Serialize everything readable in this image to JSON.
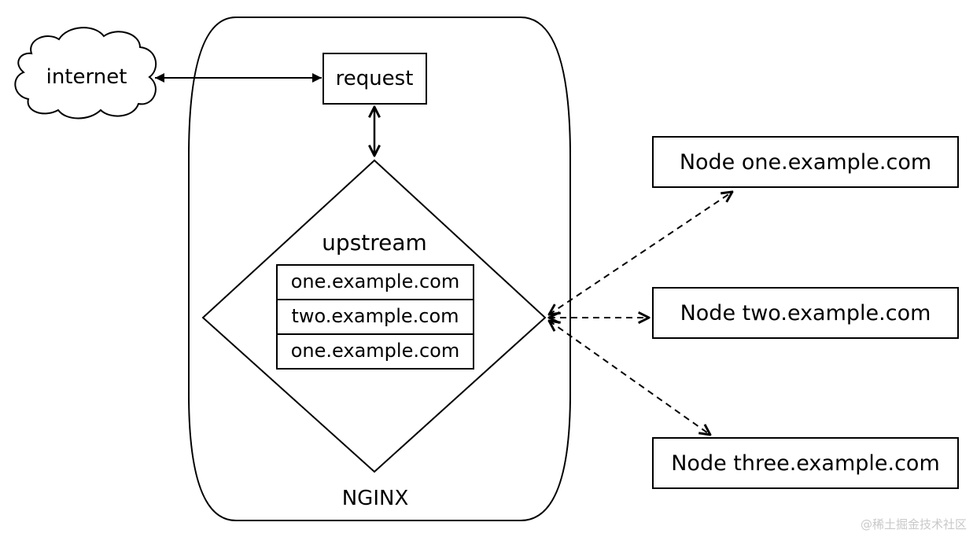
{
  "diagram": {
    "internet": "internet",
    "request": "request",
    "upstream": {
      "title": "upstream",
      "servers": [
        "one.example.com",
        "two.example.com",
        "one.example.com"
      ]
    },
    "container": "NGINX",
    "nodes": [
      "Node one.example.com",
      "Node two.example.com",
      "Node three.example.com"
    ]
  },
  "watermark": "@稀土掘金技术社区"
}
